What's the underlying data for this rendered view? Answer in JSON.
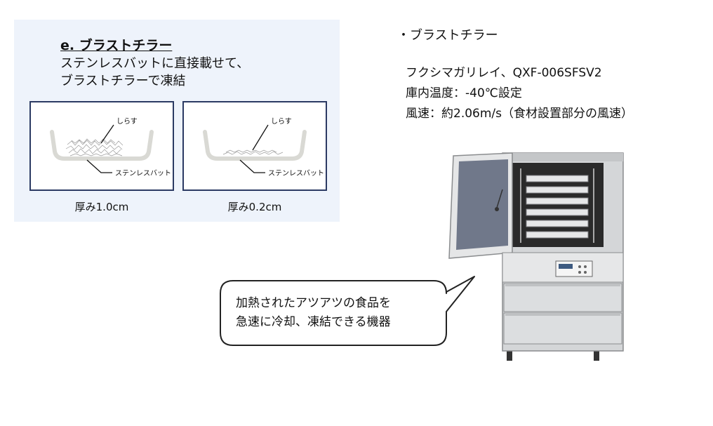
{
  "panel": {
    "title": "e. ブラストチラー",
    "description": [
      "ステンレスバットに直接載せて、",
      "ブラストチラーで凍結"
    ],
    "diagrams": [
      {
        "label_food": "しらす",
        "label_tray": "ステンレスバット",
        "caption": "厚み1.0cm"
      },
      {
        "label_food": "しらす",
        "label_tray": "ステンレスバット",
        "caption": "厚み0.2cm"
      }
    ]
  },
  "info": {
    "heading": "・ブラストチラー",
    "specs": [
      "フクシマガリレイ、QXF-006SFSV2",
      "庫内温度：-40℃設定",
      "風速：約2.06m/s（食材設置部分の風速）"
    ]
  },
  "callout": {
    "lines": [
      "加熱されたアツアツの食品を",
      "急速に冷却、凍結できる機器"
    ]
  },
  "colors": {
    "panel_bg": "#eef3fb",
    "box_border": "#2b3a63",
    "tray": "#d9d9d4",
    "chiller_body": "#d4d6d8"
  }
}
